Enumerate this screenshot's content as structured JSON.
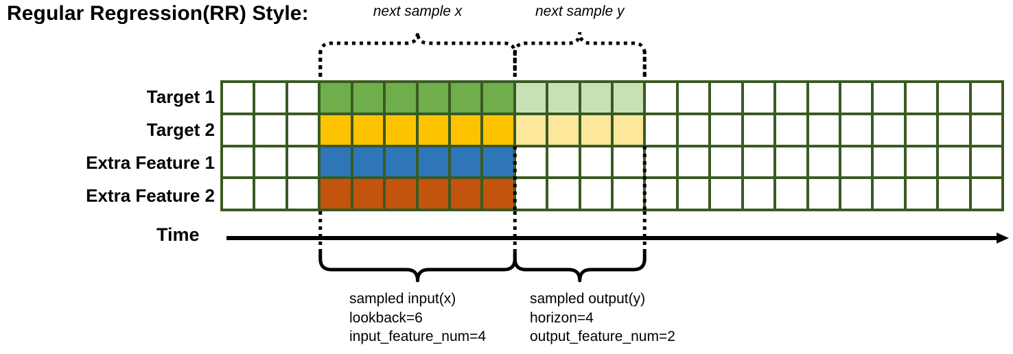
{
  "title": "Regular Regression(RR) Style:",
  "rows": [
    {
      "label": "Target 1",
      "solid_color": "#6FAE4A",
      "light_color": "#C7E0B4",
      "has_output": true
    },
    {
      "label": "Target 2",
      "solid_color": "#FDC300",
      "light_color": "#FCE79B",
      "has_output": true
    },
    {
      "label": "Extra Feature 1",
      "solid_color": "#2E76B8",
      "light_color": "#FFFFFF",
      "has_output": false
    },
    {
      "label": "Extra Feature 2",
      "solid_color": "#C2540E",
      "light_color": "#FFFFFF",
      "has_output": false
    }
  ],
  "grid": {
    "total_columns": 24,
    "leading_blank_columns": 3,
    "input_columns": 6,
    "output_columns": 4,
    "trailing_blank_columns": 11,
    "border_color": "#3A5A22",
    "empty_cell_color": "#FFFFFF"
  },
  "axis": {
    "time_label": "Time"
  },
  "top_braces": [
    {
      "label": "next sample x"
    },
    {
      "label": "next sample y"
    }
  ],
  "bottom_notes": [
    {
      "line1": "sampled input(x)",
      "line2": "lookback=6",
      "line3": "input_feature_num=4"
    },
    {
      "line1": "sampled output(y)",
      "line2": "horizon=4",
      "line3": "output_feature_num=2"
    }
  ]
}
